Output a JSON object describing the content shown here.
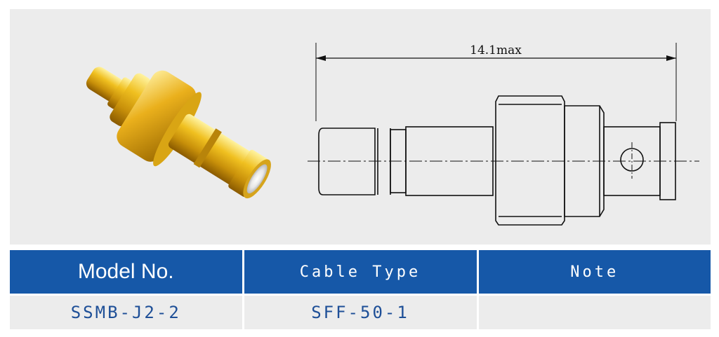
{
  "drawing": {
    "dimension_label": "14.1max"
  },
  "table": {
    "headers": {
      "model": "Model No.",
      "cable": "Cable Type",
      "note": "Note"
    },
    "row": {
      "model": "SSMB-J2-2",
      "cable": "SFF-50-1",
      "note": ""
    }
  },
  "colors": {
    "header_bg": "#1658a8",
    "value_text": "#1e4f97",
    "panel_bg": "#ececec",
    "gold": "#e8b820"
  },
  "icons": {
    "photo": "gold-coaxial-connector-photo"
  }
}
